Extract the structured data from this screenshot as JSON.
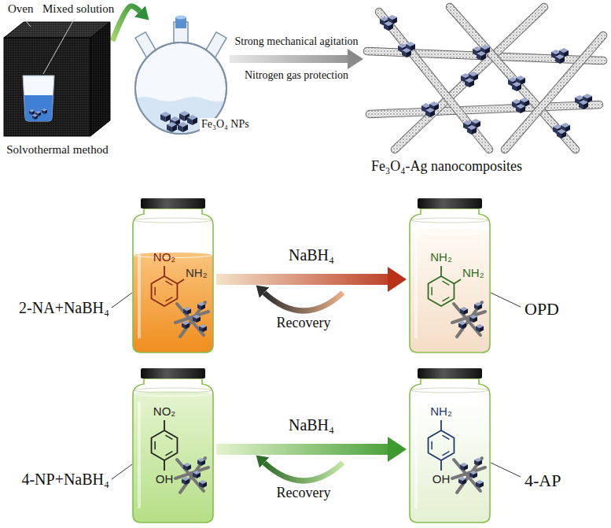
{
  "diagram": {
    "nodes": [
      {
        "text": [
          "Solvothermal method"
        ]
      },
      {
        "text": [
          "Fe₃O₄ NPs"
        ]
      },
      {
        "text": [
          "Fe₃O₄-Ag nanocomposites"
        ]
      },
      {
        "text": [
          "2-NA+NaBH₄",
          "NO₂",
          "NH₂"
        ]
      },
      {
        "text": [
          "NH₂",
          "NH₂",
          "OPD"
        ]
      },
      {
        "text": [
          "4-NP+NaBH₄",
          "NO₂",
          "OH"
        ]
      },
      {
        "text": [
          "NH₂",
          "OH",
          "4-AP"
        ]
      }
    ],
    "edges": [
      {
        "from": 0,
        "to": 1,
        "arrow": "to"
      },
      {
        "from": 1,
        "to": 2,
        "arrow": "to",
        "label": "Strong mechanical agitation"
      },
      {
        "from": 3,
        "to": 4,
        "arrow": "to",
        "label": "NaBH₄"
      },
      {
        "from": 5,
        "to": 6,
        "arrow": "to",
        "label": "NaBH₄"
      }
    ],
    "labels": [
      "Oven",
      "Mixed solution",
      "Nitrogen gas protection",
      "Recovery",
      "Recovery"
    ]
  }
}
